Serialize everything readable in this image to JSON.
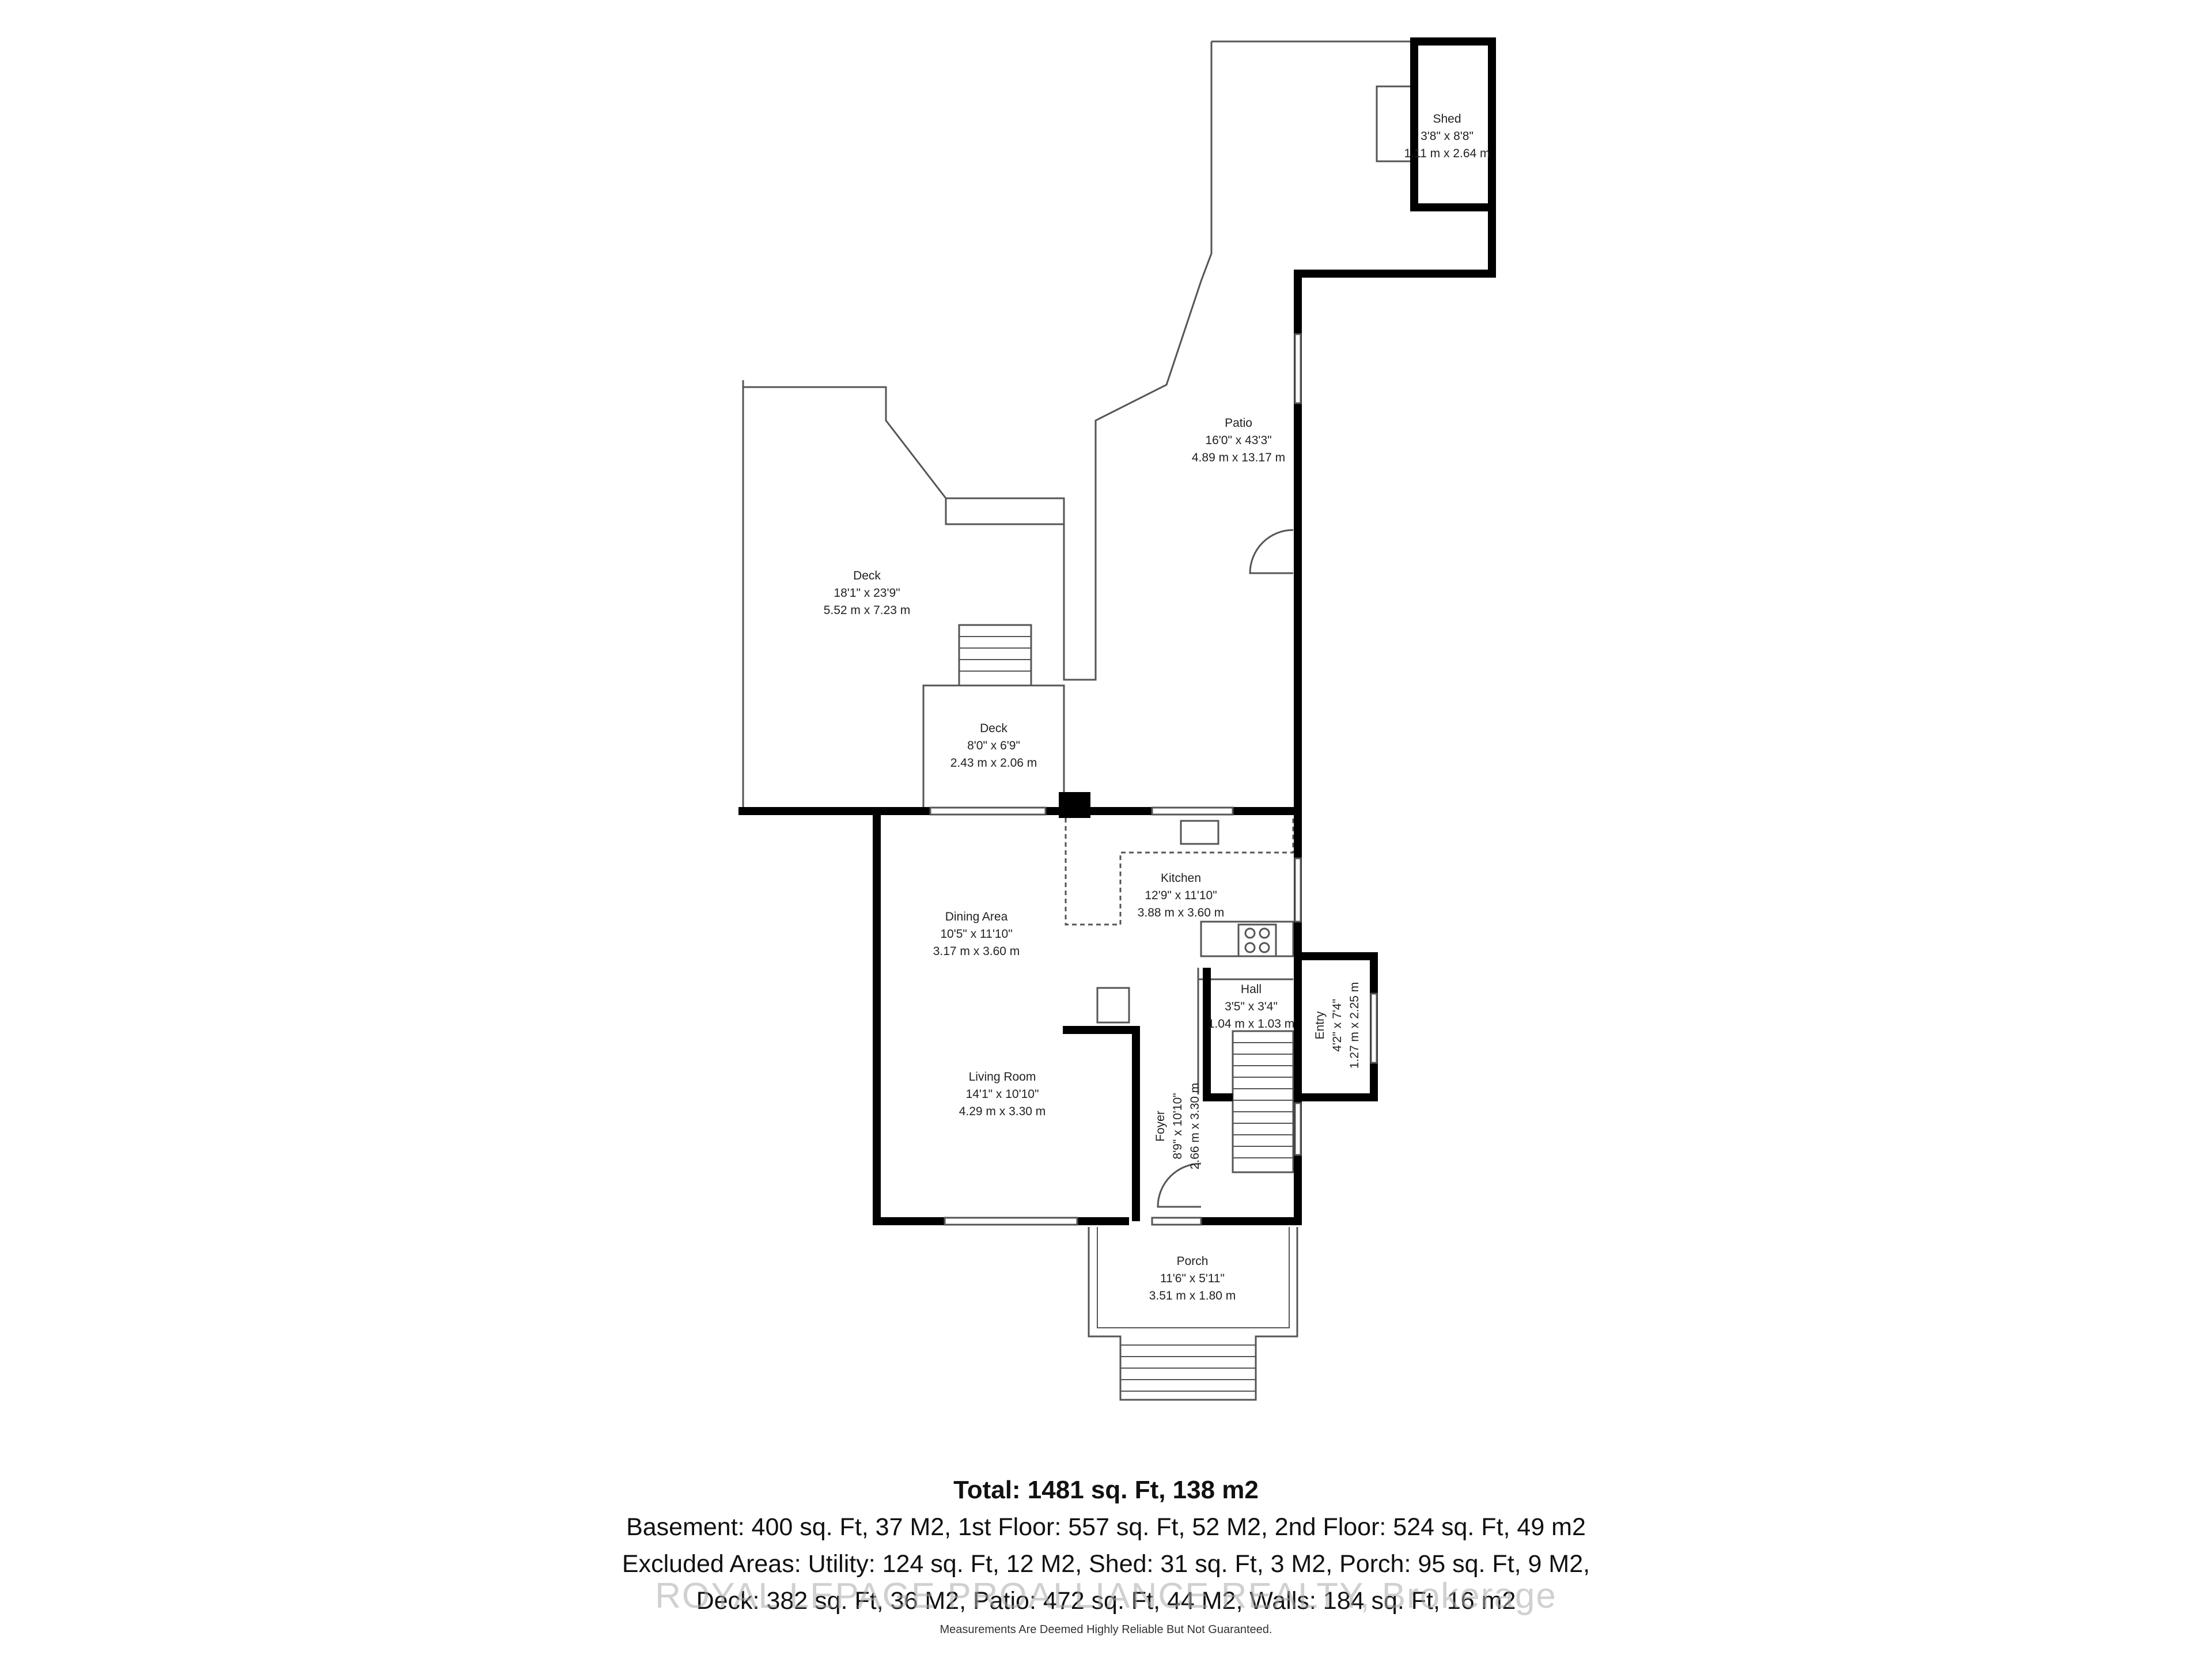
{
  "rooms": {
    "shed": {
      "name": "Shed",
      "imperial": "3'8\" x 8'8\"",
      "metric": "1.11 m x 2.64 m"
    },
    "patio": {
      "name": "Patio",
      "imperial": "16'0\" x 43'3\"",
      "metric": "4.89 m x 13.17 m"
    },
    "deck_large": {
      "name": "Deck",
      "imperial": "18'1\" x 23'9\"",
      "metric": "5.52 m x 7.23 m"
    },
    "deck_small": {
      "name": "Deck",
      "imperial": "8'0\" x 6'9\"",
      "metric": "2.43 m x 2.06 m"
    },
    "kitchen": {
      "name": "Kitchen",
      "imperial": "12'9\" x 11'10\"",
      "metric": "3.88 m x 3.60 m"
    },
    "dining": {
      "name": "Dining Area",
      "imperial": "10'5\" x 11'10\"",
      "metric": "3.17 m x 3.60 m"
    },
    "hall": {
      "name": "Hall",
      "imperial": "3'5\" x 3'4\"",
      "metric": "1.04 m x 1.03 m"
    },
    "entry": {
      "name": "Entry",
      "imperial": "4'2\" x 7'4\"",
      "metric": "1.27 m x 2.25 m"
    },
    "living": {
      "name": "Living Room",
      "imperial": "14'1\" x 10'10\"",
      "metric": "4.29 m x 3.30 m"
    },
    "foyer": {
      "name": "Foyer",
      "imperial": "8'9\" x 10'10\"",
      "metric": "2.66 m x 3.30 m"
    },
    "porch": {
      "name": "Porch",
      "imperial": "11'6\" x 5'11\"",
      "metric": "3.51 m x 1.80 m"
    }
  },
  "summary": {
    "total": "Total: 1481 sq. Ft, 138 m2",
    "line1": "Basement: 400 sq. Ft, 37 M2, 1st Floor: 557 sq. Ft, 52 M2, 2nd Floor: 524 sq. Ft, 49 m2",
    "line2": "Excluded Areas: Utility: 124 sq. Ft, 12 M2, Shed: 31 sq. Ft, 3 M2, Porch: 95 sq. Ft, 9 M2,",
    "line3": "Deck: 382 sq. Ft, 36 M2, Patio: 472 sq. Ft, 44 M2, Walls: 184 sq. Ft, 16 m2"
  },
  "watermark": "ROYAL LEPAGE PROALLIANCE REALTY, Brokerage",
  "disclaimer": "Measurements Are Deemed Highly Reliable But Not Guaranteed.",
  "colors": {
    "wall": "#000000",
    "line": "#555555",
    "background": "#ffffff"
  }
}
